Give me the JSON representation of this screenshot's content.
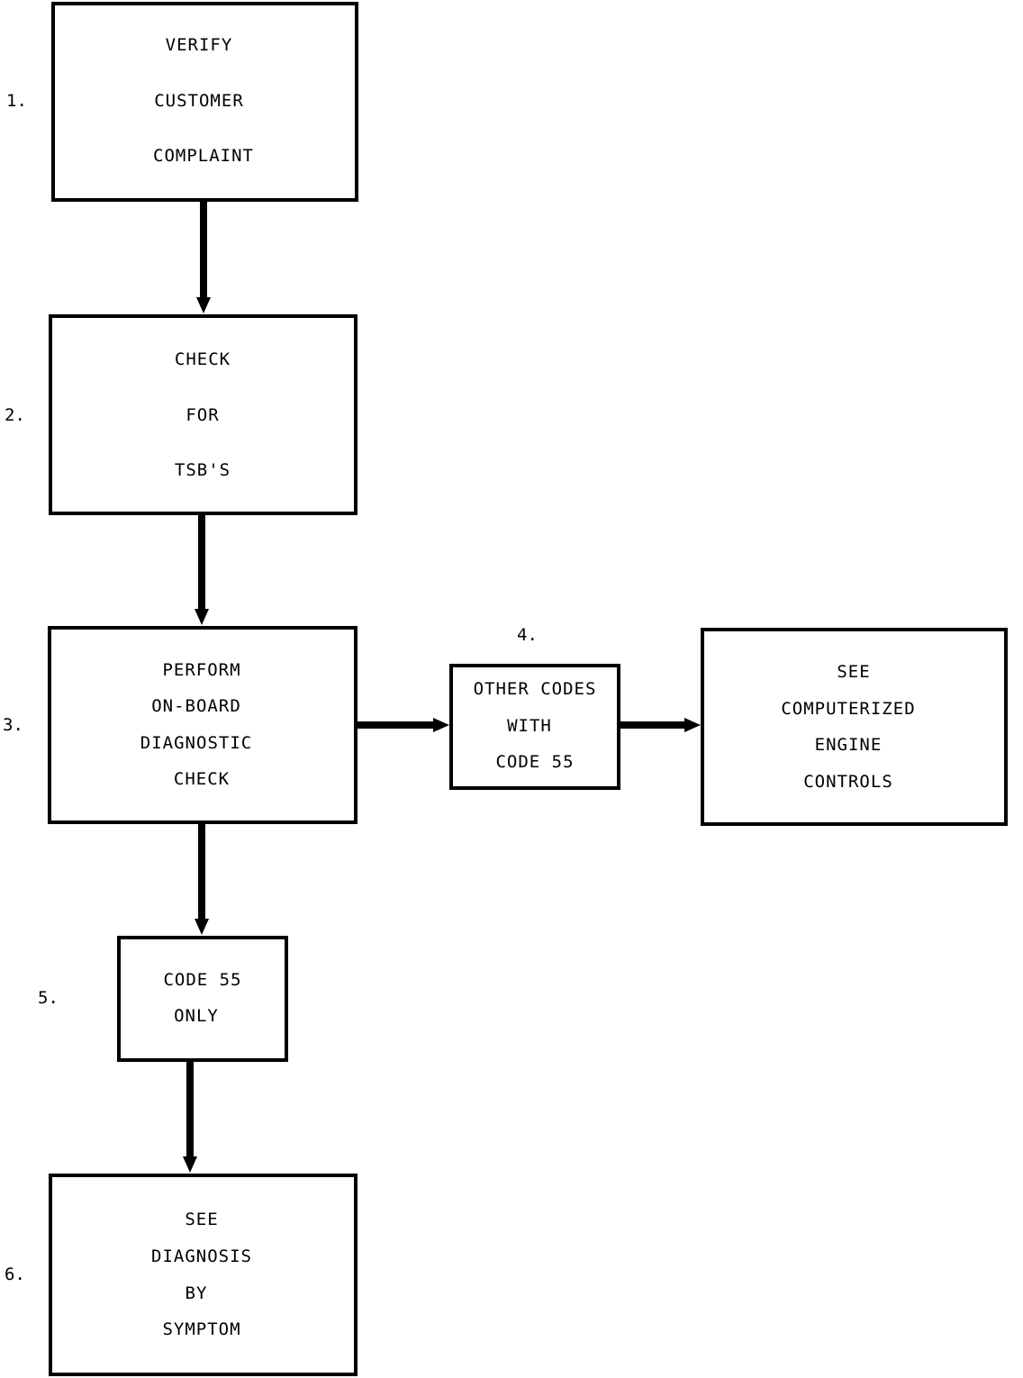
{
  "steps": [
    {
      "number": "1.",
      "lines": [
        "VERIFY",
        "CUSTOMER",
        "COMPLAINT"
      ]
    },
    {
      "number": "2.",
      "lines": [
        "CHECK",
        "FOR",
        "TSB'S"
      ]
    },
    {
      "number": "3.",
      "lines": [
        "PERFORM",
        "ON-BOARD",
        "DIAGNOSTIC",
        "CHECK"
      ]
    },
    {
      "number": "4.",
      "lines": [
        "OTHER CODES",
        "WITH",
        "CODE 55"
      ]
    },
    {
      "number": "",
      "lines": [
        "SEE",
        "COMPUTERIZED",
        "ENGINE",
        "CONTROLS"
      ]
    },
    {
      "number": "5.",
      "lines": [
        "CODE 55",
        "ONLY"
      ]
    },
    {
      "number": "6.",
      "lines": [
        "SEE",
        "DIAGNOSIS",
        "BY",
        "SYMPTOM"
      ]
    }
  ]
}
